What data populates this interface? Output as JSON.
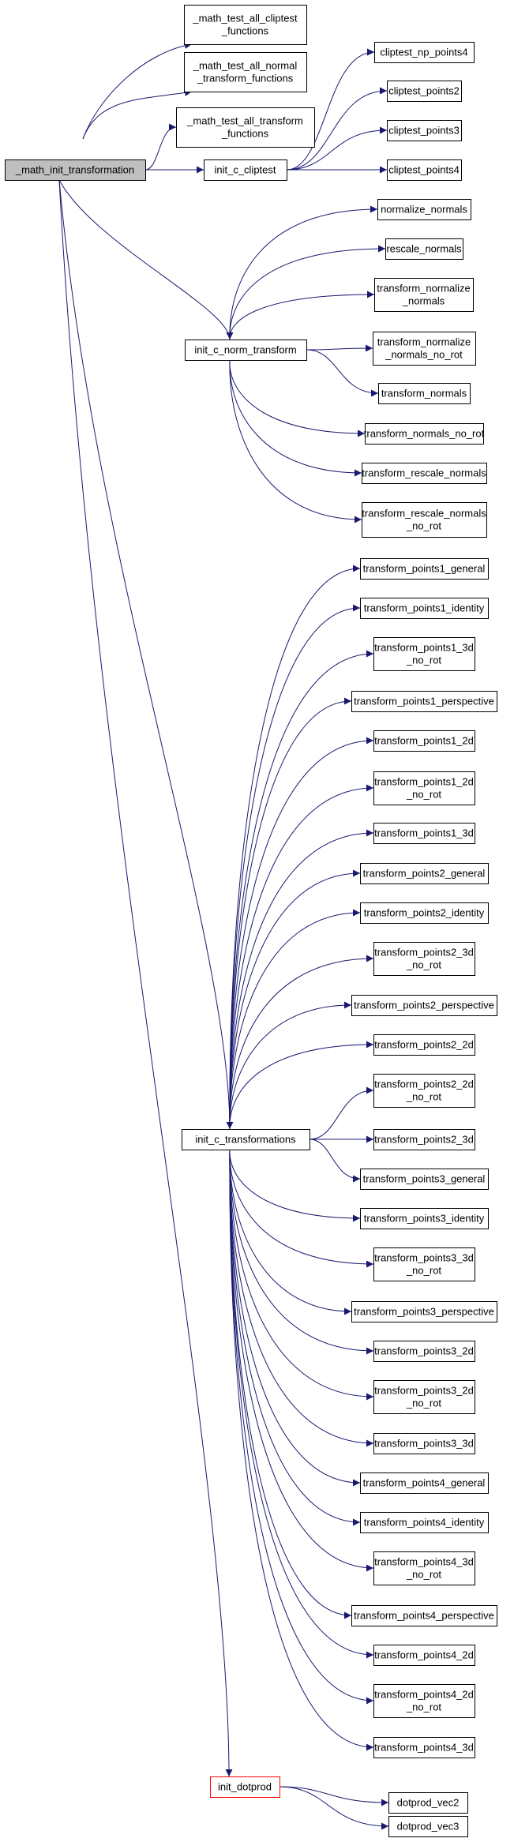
{
  "colors": {
    "edge": "#191970",
    "root_fill": "#bfbfbf",
    "node_border": "#000000",
    "highlight_border": "#ff0000"
  },
  "nodes": {
    "root": [
      "_math_init_transformation"
    ],
    "t_clip": [
      "_math_test_all_cliptest",
      "_functions"
    ],
    "t_norm": [
      "_math_test_all_normal",
      "_transform_functions"
    ],
    "t_xf": [
      "_math_test_all_transform",
      "_functions"
    ],
    "init_clip": [
      "init_c_cliptest"
    ],
    "clip_np4": [
      "cliptest_np_points4"
    ],
    "clip2": [
      "cliptest_points2"
    ],
    "clip3": [
      "cliptest_points3"
    ],
    "clip4": [
      "cliptest_points4"
    ],
    "init_norm": [
      "init_c_norm_transform"
    ],
    "normalize": [
      "normalize_normals"
    ],
    "rescale": [
      "rescale_normals"
    ],
    "tn": [
      "transform_normalize",
      "_normals"
    ],
    "tn_nr": [
      "transform_normalize",
      "_normals_no_rot"
    ],
    "tnorm": [
      "transform_normals"
    ],
    "tnorm_nr": [
      "transform_normals_no_rot"
    ],
    "trs": [
      "transform_rescale_normals"
    ],
    "trs_nr": [
      "transform_rescale_normals",
      "_no_rot"
    ],
    "init_xf": [
      "init_c_transformations"
    ],
    "p1g": [
      "transform_points1_general"
    ],
    "p1i": [
      "transform_points1_identity"
    ],
    "p13n": [
      "transform_points1_3d",
      "_no_rot"
    ],
    "p1p": [
      "transform_points1_perspective"
    ],
    "p12": [
      "transform_points1_2d"
    ],
    "p12n": [
      "transform_points1_2d",
      "_no_rot"
    ],
    "p13": [
      "transform_points1_3d"
    ],
    "p2g": [
      "transform_points2_general"
    ],
    "p2i": [
      "transform_points2_identity"
    ],
    "p23n": [
      "transform_points2_3d",
      "_no_rot"
    ],
    "p2p": [
      "transform_points2_perspective"
    ],
    "p22": [
      "transform_points2_2d"
    ],
    "p22n": [
      "transform_points2_2d",
      "_no_rot"
    ],
    "p23": [
      "transform_points2_3d"
    ],
    "p3g": [
      "transform_points3_general"
    ],
    "p3i": [
      "transform_points3_identity"
    ],
    "p33n": [
      "transform_points3_3d",
      "_no_rot"
    ],
    "p3p": [
      "transform_points3_perspective"
    ],
    "p32": [
      "transform_points3_2d"
    ],
    "p32n": [
      "transform_points3_2d",
      "_no_rot"
    ],
    "p33": [
      "transform_points3_3d"
    ],
    "p4g": [
      "transform_points4_general"
    ],
    "p4i": [
      "transform_points4_identity"
    ],
    "p43n": [
      "transform_points4_3d",
      "_no_rot"
    ],
    "p4p": [
      "transform_points4_perspective"
    ],
    "p42": [
      "transform_points4_2d"
    ],
    "p42n": [
      "transform_points4_2d",
      "_no_rot"
    ],
    "p43": [
      "transform_points4_3d"
    ],
    "init_dot": [
      "init_dotprod"
    ],
    "dot2": [
      "dotprod_vec2"
    ],
    "dot3": [
      "dotprod_vec3"
    ]
  }
}
